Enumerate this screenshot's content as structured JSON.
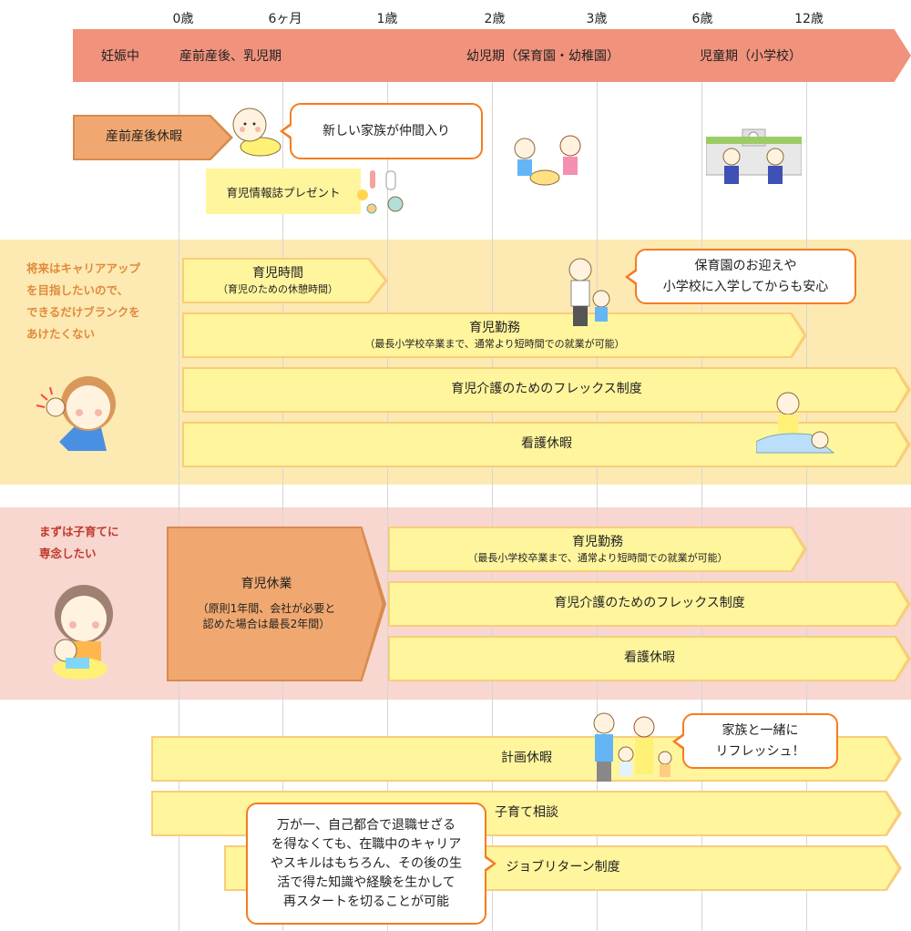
{
  "ages": [
    "0歳",
    "6ヶ月",
    "1歳",
    "2歳",
    "3歳",
    "6歳",
    "12歳"
  ],
  "periods": [
    "妊娠中",
    "産前産後、乳児期",
    "幼児期（保育園・幼稚園）",
    "児童期（小学校）"
  ],
  "top": {
    "maternity_leave": "産前産後休暇",
    "bubble_new_family": "新しい家族が仲間入り",
    "magazine_gift": "育児情報誌プレゼント"
  },
  "career": {
    "lead": [
      "将来はキャリアアップ",
      "を目指したいので、",
      "できるだけブランクを",
      "あけたくない"
    ],
    "nursing_time": {
      "title": "育児時間",
      "sub": "（育児のための休憩時間）"
    },
    "short_work": {
      "title": "育児勤務",
      "sub": "（最長小学校卒業まで、通常より短時間での就業が可能）"
    },
    "flex": "育児介護のためのフレックス制度",
    "care_leave": "看護休暇",
    "bubble": [
      "保育園のお迎えや",
      "小学校に入学してからも安心"
    ]
  },
  "childcare": {
    "lead": [
      "まずは子育てに",
      "専念したい"
    ],
    "leave": {
      "title": "育児休業",
      "sub": [
        "（原則1年間、会社が必要と",
        "認めた場合は最長2年間）"
      ]
    },
    "short_work": {
      "title": "育児勤務",
      "sub": "（最長小学校卒業まで、通常より短時間での就業が可能）"
    },
    "flex": "育児介護のためのフレックス制度",
    "care_leave": "看護休暇"
  },
  "common": {
    "planned_leave": "計画休暇",
    "consult": "子育て相談",
    "job_return": "ジョブリターン制度",
    "bubble_family": [
      "家族と一緒に",
      "リフレッシュ！"
    ],
    "bubble_return": [
      "万が一、自己都合で退職せざる",
      "を得なくても、在職中のキャリア",
      "やスキルはもちろん、その後の生",
      "活で得た知識や経験を生かして",
      "再スタートを切ることが可能"
    ]
  },
  "colors": {
    "band": "#f0927c",
    "orange": "#f0a870",
    "yellow": "#fff59d",
    "career_bg": "#fde9b2",
    "childcare_bg": "#f7d7d0",
    "accent": "#f57c20"
  }
}
